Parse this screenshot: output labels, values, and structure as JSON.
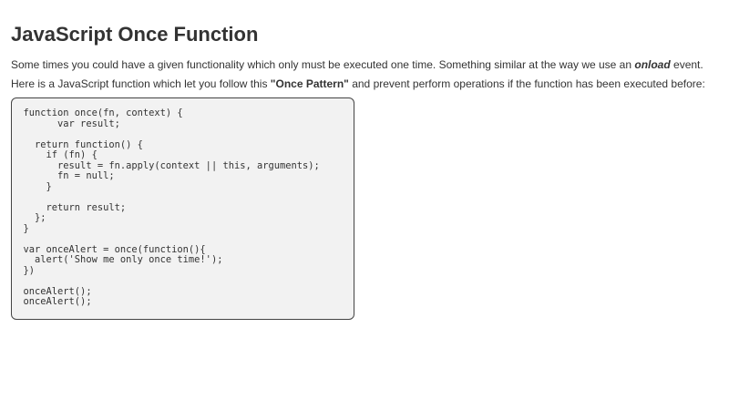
{
  "article": {
    "title": "JavaScript Once Function",
    "intro": {
      "before": "Some times you could have a given functionality which only must be executed one time. Something similar at the way we use an ",
      "emphasis": "onload",
      "after": " event."
    },
    "explain": {
      "before": "Here is a JavaScript function which let you follow this ",
      "strong": "\"Once Pattern\"",
      "after": " and prevent perform operations if the function has been executed before:"
    },
    "code_lines": [
      "function once(fn, context) {",
      "      var result;",
      "",
      "  return function() {",
      "    if (fn) {",
      "      result = fn.apply(context || this, arguments);",
      "      fn = null;",
      "    }",
      "",
      "    return result;",
      "  };",
      "}",
      "",
      "var onceAlert = once(function(){",
      "  alert('Show me only once time!');",
      "})",
      "",
      "onceAlert();",
      "onceAlert();"
    ]
  }
}
